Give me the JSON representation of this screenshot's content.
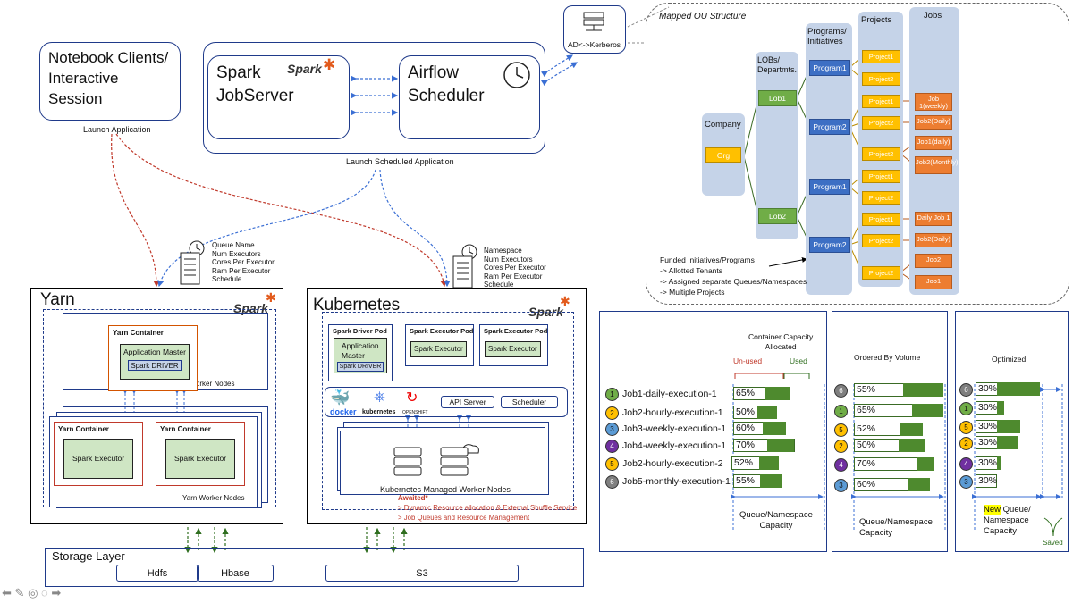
{
  "notebook": {
    "title_lines": [
      "Notebook Clients/",
      "Interactive",
      "Session"
    ],
    "launch": "Launch Application"
  },
  "spark_job": {
    "line1": "Spark",
    "line2": "JobServer",
    "logo": "Spark"
  },
  "airflow": {
    "line1": "Airflow",
    "line2": "Scheduler"
  },
  "launch_scheduled": "Launch Scheduled Application",
  "ad": "AD<->Kerberos",
  "yarn_params": [
    "Queue Name",
    "Num Executors",
    "Cores Per Executor",
    "Ram Per Executor",
    "Schedule"
  ],
  "k8s_params": [
    "Namespace",
    "Num Executors",
    "Cores Per Executor",
    "Ram Per Executor",
    "Schedule"
  ],
  "yarn": {
    "title": "Yarn",
    "logo": "Spark",
    "container_top": "Yarn Container",
    "app_master": "Application Master",
    "driver": "Spark DRIVER",
    "worker_nodes_1": "Yarn Worker Nodes",
    "worker_nodes_2": "Yarn Worker Nodes",
    "container_left": "Yarn Container",
    "container_right": "Yarn Container",
    "executor": "Spark Executor"
  },
  "k8s": {
    "title": "Kubernetes",
    "logo": "Spark",
    "driver_pod": "Spark Driver Pod",
    "app_master_1": "Application",
    "app_master_2": "Master",
    "driver": "Spark DRIVER",
    "exec_pod": "Spark Executor Pod",
    "executor": "Spark Executor",
    "docker": "docker",
    "kubernetes": "kubernetes",
    "openshift": "OPENSHIFT",
    "api": "API Server",
    "scheduler": "Scheduler",
    "managed": "Kubernetes Managed Worker Nodes",
    "awaited": "Awaited*",
    "awaited_items": [
      "> Dynamic Resource allocation & External Shuffle Service",
      "> Job Queues and Resource Management"
    ]
  },
  "storage": {
    "title": "Storage Layer",
    "hdfs": "Hdfs",
    "hbase": "Hbase",
    "s3": "S3"
  },
  "ou": {
    "title": "Mapped OU Structure",
    "company_label": "Company",
    "org": "Org",
    "lob_label_1": "LOBs/",
    "lob_label_2": "Departmts.",
    "lobs": [
      "Lob1",
      "Lob2"
    ],
    "prog_label_1": "Programs/",
    "prog_label_2": "Initiatives",
    "programs": [
      "Program1",
      "Program2",
      "Program1",
      "Program2"
    ],
    "proj_label": "Projects",
    "projects": [
      "Project1",
      "Project2",
      "Project1",
      "Project2",
      "Project2",
      "Project1",
      "Project2",
      "Project1",
      "Project2",
      "Project2"
    ],
    "jobs_label": "Jobs",
    "jobs": [
      "Job 1(weekly)",
      "Job2(Daily)",
      "Job1(daily)",
      "Job2(Monthly)",
      "Daily Job 1",
      "Job2(Daily)",
      "Job2",
      "Job1"
    ],
    "funded": [
      "Funded Initiatives/Programs",
      "-> Allotted Tenants",
      "-> Assigned separate Queues/Namespaces",
      "-> Multiple Projects"
    ]
  },
  "capacity": {
    "container_cap_1": "Container Capacity",
    "container_cap_2": "Allocated",
    "unused": "Un-used",
    "used": "Used",
    "jobs": [
      {
        "n": "1",
        "label": "Job1-daily-execution-1",
        "pct": "65%"
      },
      {
        "n": "2",
        "label": "Job2-hourly-execution-1",
        "pct": "50%"
      },
      {
        "n": "3",
        "label": "Job3-weekly-execution-1",
        "pct": "60%"
      },
      {
        "n": "4",
        "label": "Job4-weekly-execution-1",
        "pct": "70%"
      },
      {
        "n": "5",
        "label": "Job2-hourly-execution-2",
        "pct": "52%"
      },
      {
        "n": "6",
        "label": "Job5-monthly-execution-1",
        "pct": "55%"
      }
    ],
    "footer_1": "Queue/Namespace",
    "footer_2": "Capacity"
  },
  "ordered": {
    "title": "Ordered By Volume",
    "rows": [
      {
        "n": "6",
        "pct": "55%"
      },
      {
        "n": "1",
        "pct": "65%"
      },
      {
        "n": "5",
        "pct": "52%"
      },
      {
        "n": "2",
        "pct": "50%"
      },
      {
        "n": "4",
        "pct": "70%"
      },
      {
        "n": "3",
        "pct": "60%"
      }
    ],
    "footer_1": "Queue/Namespace",
    "footer_2": "Capacity"
  },
  "optimized": {
    "title": "Optimized",
    "rows": [
      {
        "n": "6",
        "pct": "30%"
      },
      {
        "n": "1",
        "pct": "30%"
      },
      {
        "n": "5",
        "pct": "30%"
      },
      {
        "n": "2",
        "pct": "30%"
      },
      {
        "n": "4",
        "pct": "30%"
      },
      {
        "n": "3",
        "pct": "30%"
      }
    ],
    "new": "New",
    "footer_1": " Queue/",
    "footer_2": "Namespace",
    "footer_3": "Capacity",
    "saved": "Saved"
  }
}
